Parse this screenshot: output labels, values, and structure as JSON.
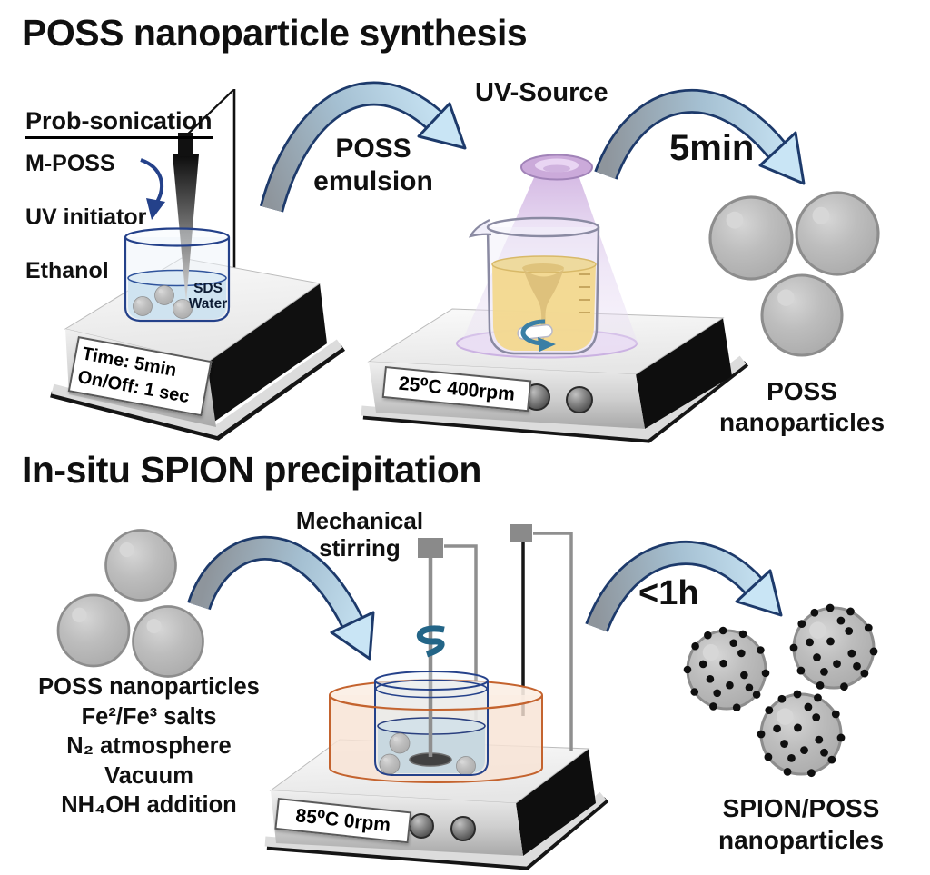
{
  "palette": {
    "navy": "#24418a",
    "teal": "#236587",
    "arrow-outline": "#1d3a6b",
    "arrow-tail": "#8e959c",
    "arrow-mid": "#a5c0d2",
    "arrow-head-fill": "#c9e5f5",
    "water-blue": "#cfe3f0",
    "emulsion-yellow": "#f2d88e",
    "uv-light": "#cfb0e0",
    "bath-fill": "#f8e3d4",
    "bath-outline": "#c4632e",
    "sphere-gray": "#b9b9b9"
  },
  "s1": {
    "title": "POSS nanoparticle synthesis",
    "sonication": {
      "method": "Prob-sonication",
      "reagents": [
        "M-POSS",
        "UV initiator",
        "Ethanol"
      ],
      "bath_contents": "SDS\nWater",
      "settings": "Time: 5min\nOn/Off: 1 sec"
    },
    "step1_arrow": "POSS\nemulsion",
    "uv_label": "UV-Source",
    "uv_plate_settings": "25⁰C 400rpm",
    "step2_arrow": "5min",
    "product": "POSS\nnanoparticles"
  },
  "s2": {
    "title": "In-situ SPION precipitation",
    "stirring": "Mechanical\nstirring",
    "inputs": "POSS nanoparticles\nFe²/Fe³ salts\nN₂ atmosphere\nVacuum\nNH₄OH addition",
    "plate_settings": "85⁰C 0rpm",
    "step_arrow": "<1h",
    "product": "SPION/POSS\nnanoparticles"
  }
}
